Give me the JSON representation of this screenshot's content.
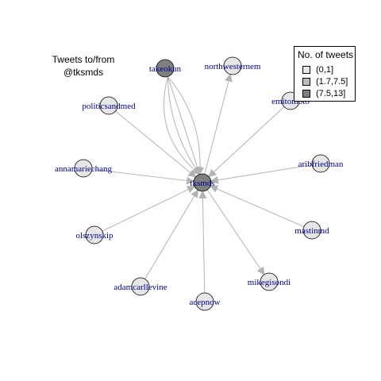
{
  "title": {
    "line1": "Tweets to/from",
    "line2": "@tksmds"
  },
  "legend": {
    "title": "No. of tweets",
    "items": [
      {
        "label": "(0,1]",
        "color": "#e6e6e6"
      },
      {
        "label": "(1.7,7.5]",
        "color": "#bdbdbd"
      },
      {
        "label": "(7.5,13]",
        "color": "#7f7f7f"
      }
    ]
  },
  "colors": {
    "edge": "#b3b3b3",
    "label": "#00008b",
    "node_stroke": "#000000"
  },
  "nodes": [
    {
      "id": "tksmds",
      "label": "tksmds",
      "level": 3,
      "center": true
    },
    {
      "id": "takeokun",
      "label": "takeokun",
      "level": 3
    },
    {
      "id": "northwesternem",
      "label": "northwesternem",
      "level": 1
    },
    {
      "id": "emitomoto",
      "label": "emitomoto",
      "level": 1
    },
    {
      "id": "politicsandmed",
      "label": "politicsandmed",
      "level": 1
    },
    {
      "id": "annamariechang",
      "label": "annamariechang",
      "level": 1
    },
    {
      "id": "aribfriedman",
      "label": "aribfriedman",
      "level": 1
    },
    {
      "id": "olszynskip",
      "label": "olszynskip",
      "level": 1
    },
    {
      "id": "mastinmd",
      "label": "mastinmd",
      "level": 1
    },
    {
      "id": "adamcarllevine",
      "label": "adamcarllevine",
      "level": 1
    },
    {
      "id": "mikegisondi",
      "label": "mikegisondi",
      "level": 1
    },
    {
      "id": "acepnow",
      "label": "acepnow",
      "level": 1
    }
  ],
  "edges": [
    {
      "from": "takeokun",
      "to": "tksmds"
    },
    {
      "from": "takeokun",
      "to": "tksmds"
    },
    {
      "from": "takeokun",
      "to": "tksmds"
    },
    {
      "from": "takeokun",
      "to": "tksmds"
    },
    {
      "from": "tksmds",
      "to": "northwesternem"
    },
    {
      "from": "emitomoto",
      "to": "tksmds"
    },
    {
      "from": "politicsandmed",
      "to": "tksmds"
    },
    {
      "from": "annamariechang",
      "to": "tksmds"
    },
    {
      "from": "aribfriedman",
      "to": "tksmds"
    },
    {
      "from": "olszynskip",
      "to": "tksmds"
    },
    {
      "from": "mastinmd",
      "to": "tksmds"
    },
    {
      "from": "adamcarllevine",
      "to": "tksmds"
    },
    {
      "from": "tksmds",
      "to": "mikegisondi"
    },
    {
      "from": "acepnow",
      "to": "tksmds"
    }
  ]
}
